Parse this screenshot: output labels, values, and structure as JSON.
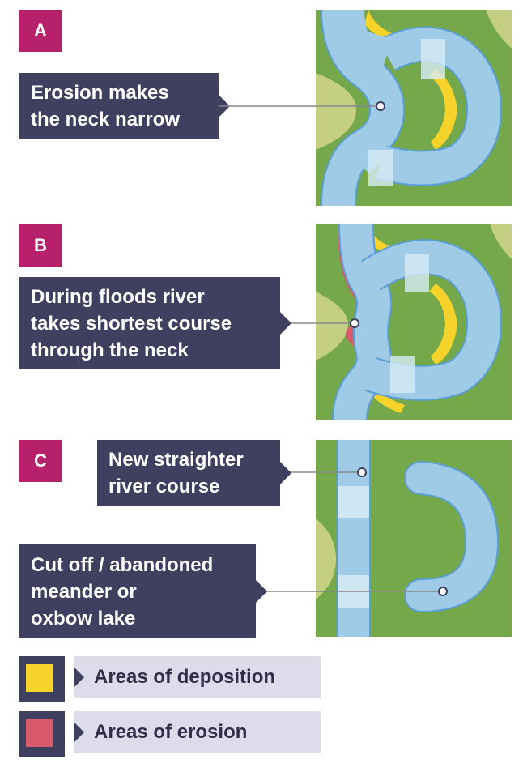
{
  "panels": [
    {
      "letter": "A",
      "callout": [
        "Erosion makes",
        "the neck narrow"
      ]
    },
    {
      "letter": "B",
      "callout": [
        "During floods river",
        "takes shortest course",
        "through the neck"
      ]
    },
    {
      "letter": "C",
      "callout_new": [
        "New straighter",
        "river course"
      ],
      "callout_oxbow": [
        "Cut off / abandoned",
        "meander or",
        "oxbow lake"
      ]
    }
  ],
  "legend": [
    {
      "label": "Areas of deposition",
      "color": "#f5d32a"
    },
    {
      "label": "Areas of erosion",
      "color": "#d95a6a"
    }
  ],
  "colors": {
    "land": "#74a84a",
    "pale_land": "#c4cf84",
    "river": "#9fcbe6",
    "river_edge": "#5b9fd6",
    "rapids": "#d7ebf5",
    "deposition": "#f5d32a",
    "erosion": "#d95a6a",
    "callout_bg": "#3f3f5f",
    "letter_bg": "#b7206a"
  }
}
